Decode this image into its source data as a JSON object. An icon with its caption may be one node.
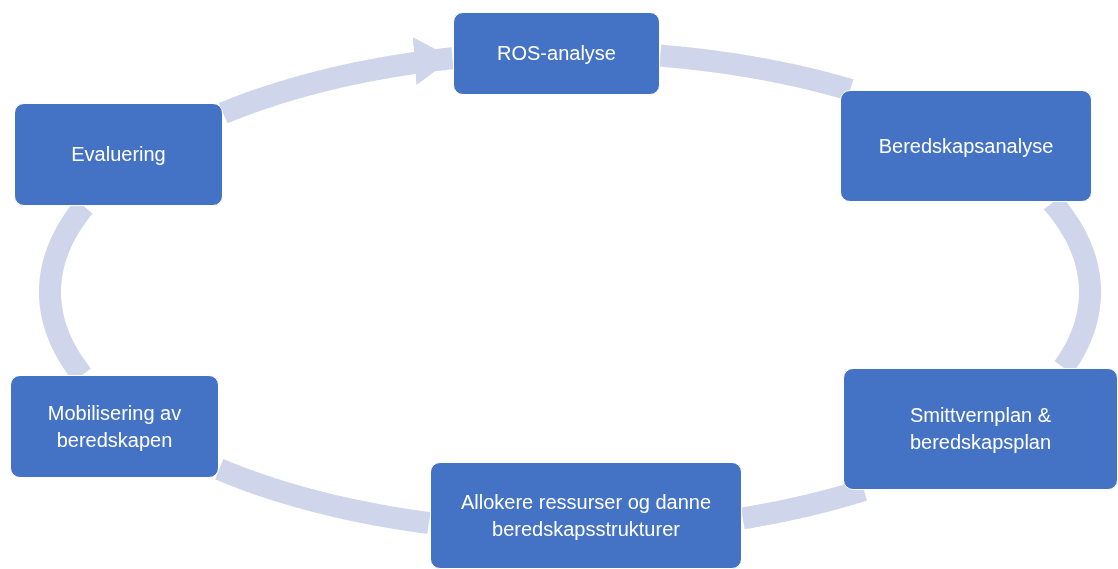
{
  "diagram": {
    "nodes": [
      {
        "text": [
          "ROS-analyse"
        ]
      },
      {
        "text": [
          "Beredskapsanalyse"
        ]
      },
      {
        "text": [
          "Smittvernplan & beredskapsplan"
        ]
      },
      {
        "text": [
          "Allokere ressurser og danne beredskapsstrukturer"
        ]
      },
      {
        "text": [
          "Mobilisering av beredskapen"
        ]
      },
      {
        "text": [
          "Evaluering"
        ]
      }
    ],
    "edges": [
      {
        "from": 0,
        "to": 1,
        "arrow": "none"
      },
      {
        "from": 1,
        "to": 2,
        "arrow": "none"
      },
      {
        "from": 2,
        "to": 3,
        "arrow": "none"
      },
      {
        "from": 3,
        "to": 4,
        "arrow": "none"
      },
      {
        "from": 4,
        "to": 5,
        "arrow": "none"
      },
      {
        "from": 5,
        "to": 0,
        "arrow": "to"
      }
    ]
  }
}
